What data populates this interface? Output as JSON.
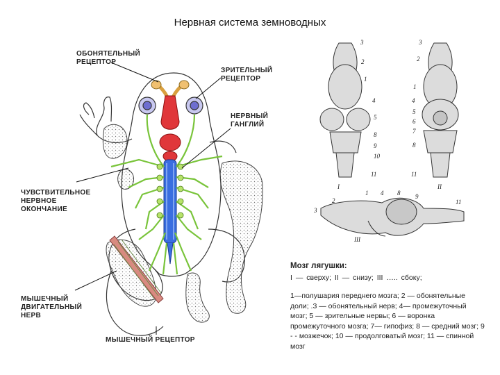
{
  "title": "Нервная система земноводных",
  "labels": {
    "olfactory_receptor": "ОБОНЯТЕЛЬНЫЙ\nРЕЦЕПТОР",
    "visual_receptor": "ЗРИТЕЛЬНЫЙ\nРЕЦЕПТОР",
    "nerve_ganglion": "НЕРВНЫЙ\nГАНГЛИЙ",
    "sensory_ending": "ЧУВСТВИТЕЛЬНОЕ\nНЕРВНОЕ\nОКОНЧАНИЕ",
    "motor_nerve": "МЫШЕЧНЫЙ\nДВИГАТЕЛЬНЫЙ\nНЕРВ",
    "muscle_receptor": "МЫШЕЧНЫЙ РЕЦЕПТОР"
  },
  "caption": {
    "heading": "Мозг лягушки:",
    "views": "I — сверху;  II — снизу;   III ….. сбоку;",
    "legend": "1—полушария переднего мозга; 2 — обонятельные доли; .3 — обонятельный нерв; 4— промежуточный мозг; 5 — зрительные нервы; 6 — воронка промежуточного мозга; 7— гипофиз; 8 — средний мозг; 9 - - мозжечок; 10 — продолговатый мозг; 11 — спинной мозг"
  },
  "brain_views": {
    "view1": "I",
    "view2": "II",
    "view3": "III",
    "view1_numbers": [
      "3",
      "2",
      "1",
      "4",
      "5",
      "8",
      "9",
      "10",
      "11"
    ],
    "view2_numbers": [
      "3",
      "2",
      "1",
      "4",
      "5",
      "6",
      "7",
      "8",
      "11"
    ],
    "view3_numbers": [
      "3",
      "2",
      "1",
      "4",
      "8",
      "9",
      "11"
    ]
  }
}
